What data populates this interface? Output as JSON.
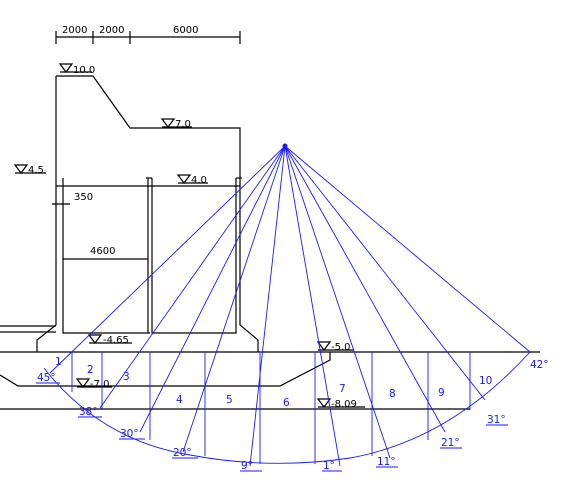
{
  "dimensions": {
    "top": [
      "2000",
      "2000",
      "6000"
    ],
    "wall_gap": "350",
    "chamber_width": "4600"
  },
  "elevations": {
    "top_10": "10.0",
    "step_7": "7.0",
    "left_4_5": "4.5",
    "inner_4_0": "4.0",
    "base_neg_4_65": "-4.65",
    "neg_5_0": "-5.0",
    "neg_7_0": "-7.0",
    "neg_8_09": "-8.09"
  },
  "slices": [
    "1",
    "2",
    "3",
    "4",
    "5",
    "6",
    "7",
    "8",
    "9",
    "10"
  ],
  "angles": {
    "a45": "45°",
    "a38": "38°",
    "a30": "30°",
    "a20": "20°",
    "a9": "9°",
    "a1": "1°",
    "a11": "11°",
    "a21": "21°",
    "a31": "31°",
    "a42": "42°"
  },
  "colors": {
    "structure": "#000000",
    "analysis": "#1a1aff"
  }
}
